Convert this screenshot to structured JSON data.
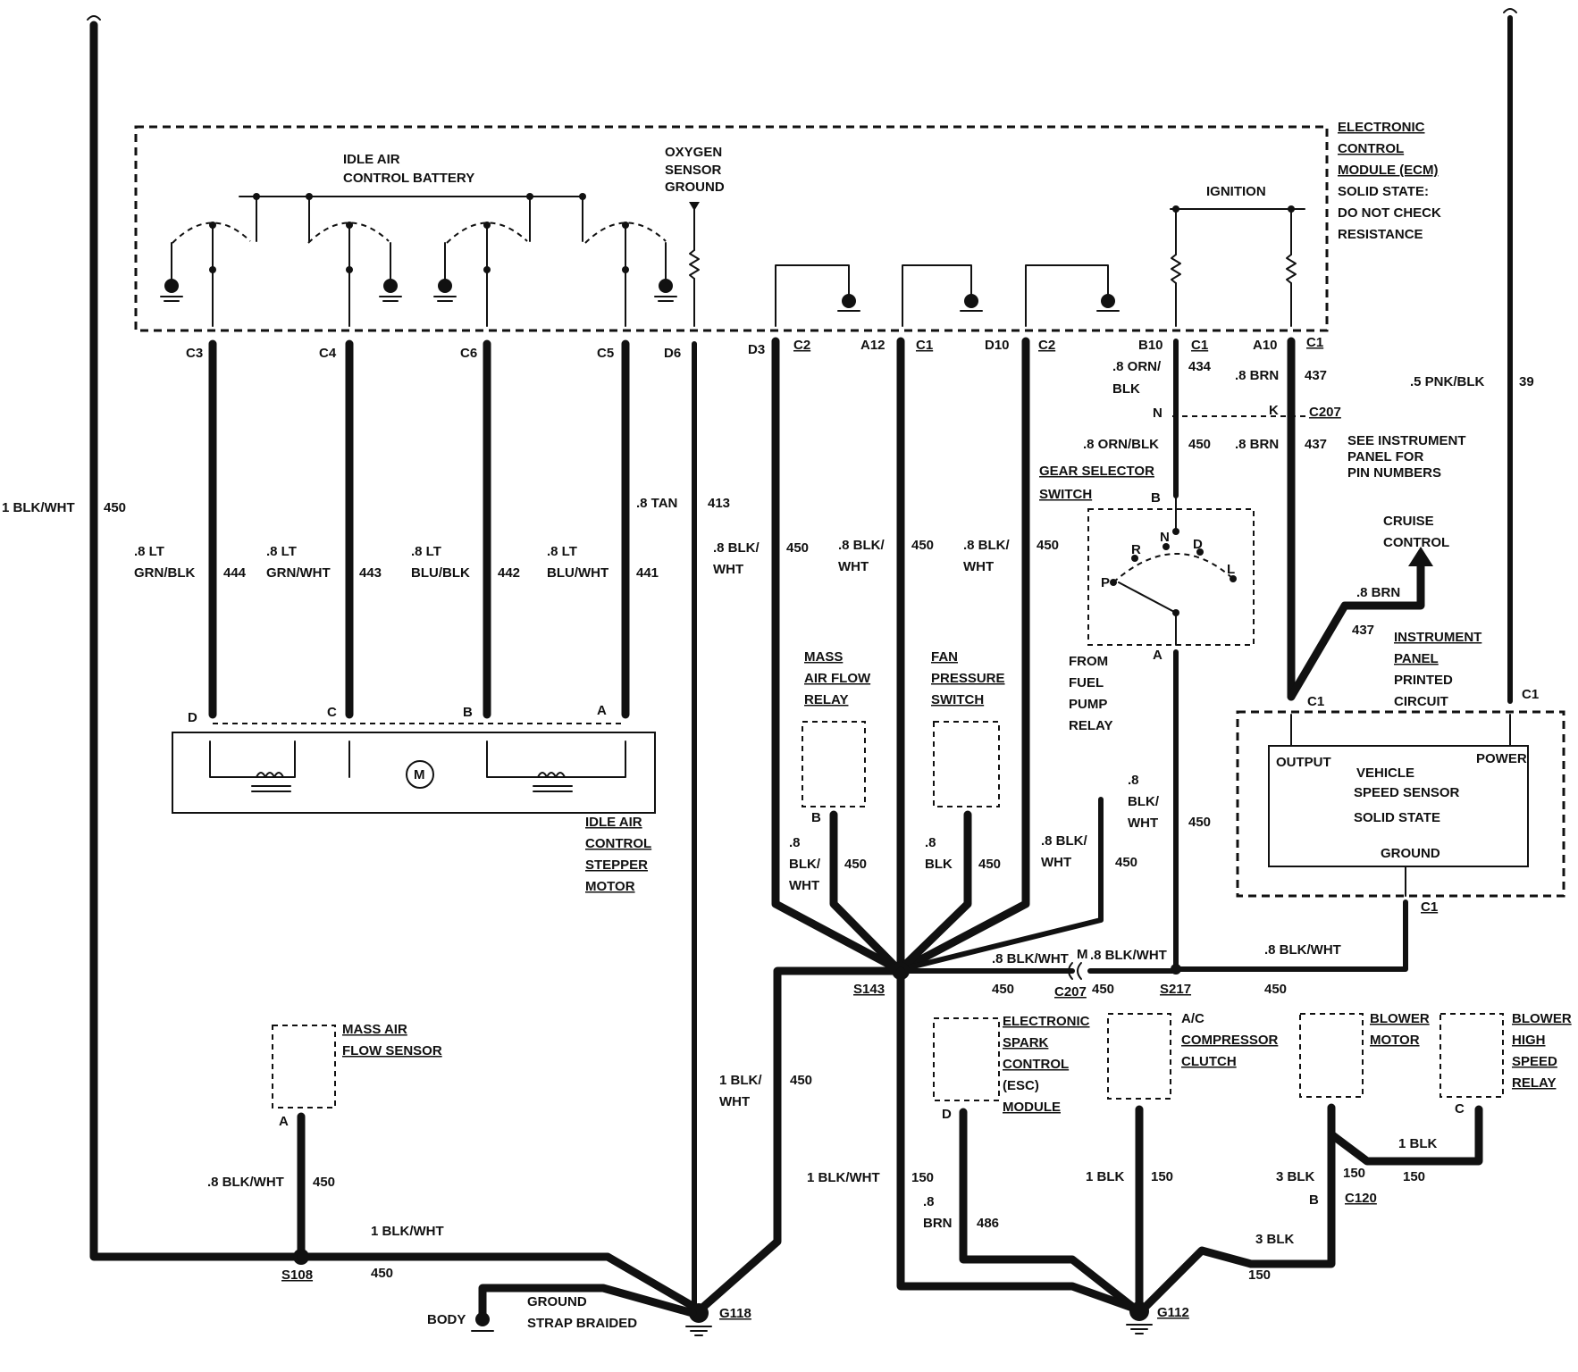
{
  "components": {
    "ecm": [
      "ELECTRONIC",
      "CONTROL",
      "MODULE (ECM)",
      "SOLID STATE:",
      "DO NOT CHECK",
      "RESISTANCE"
    ],
    "idle_air_control_battery": [
      "IDLE AIR",
      "CONTROL BATTERY"
    ],
    "oxygen_sensor_ground": [
      "OXYGEN",
      "SENSOR",
      "GROUND"
    ],
    "ignition": "IGNITION",
    "idle_air_control_stepper_motor": [
      "IDLE AIR",
      "CONTROL",
      "STEPPER",
      "MOTOR"
    ],
    "motor_symbol": "M",
    "mass_air_flow_relay": [
      "MASS",
      "AIR FLOW",
      "RELAY"
    ],
    "fan_pressure_switch": [
      "FAN",
      "PRESSURE",
      "SWITCH"
    ],
    "gear_selector_switch": [
      "GEAR SELECTOR",
      "SWITCH"
    ],
    "gear_positions": [
      "P",
      "R",
      "N",
      "D",
      "L"
    ],
    "from_fuel_pump_relay": [
      "FROM",
      "FUEL",
      "PUMP",
      "RELAY"
    ],
    "cruise_control": [
      "CRUISE",
      "CONTROL"
    ],
    "instrument_panel_printed_circuit": [
      "INSTRUMENT",
      "PANEL",
      "PRINTED",
      "CIRCUIT"
    ],
    "vehicle_speed_sensor": [
      "VEHICLE",
      "SPEED SENSOR",
      "SOLID STATE"
    ],
    "vss_output": "OUTPUT",
    "vss_power": "POWER",
    "vss_ground": "GROUND",
    "see_instrument_panel": [
      "SEE INSTRUMENT",
      "PANEL FOR",
      "PIN NUMBERS"
    ],
    "mass_air_flow_sensor": [
      "MASS AIR",
      "FLOW SENSOR"
    ],
    "esc_module": [
      "ELECTRONIC",
      "SPARK",
      "CONTROL",
      "(ESC)",
      "MODULE"
    ],
    "ac_compressor_clutch": [
      "A/C",
      "COMPRESSOR",
      "CLUTCH"
    ],
    "blower_motor": [
      "BLOWER",
      "MOTOR"
    ],
    "blower_high_speed_relay": [
      "BLOWER",
      "HIGH",
      "SPEED",
      "RELAY"
    ],
    "ground_strap": [
      "GROUND",
      "STRAP BRAIDED"
    ],
    "body": "BODY"
  },
  "connectors": {
    "ecm_pins": [
      "C3",
      "C4",
      "C6",
      "C5",
      "D6",
      "D3",
      "C2",
      "A12",
      "C1",
      "D10",
      "C2",
      "B10",
      "C1",
      "A10",
      "C1"
    ],
    "stepper_pins": [
      "D",
      "C",
      "B",
      "A"
    ],
    "c207_pins": [
      "N",
      "K",
      "C207",
      "M",
      "C207"
    ],
    "gear_switch_pins": [
      "B",
      "A"
    ],
    "ip_pins": [
      "C1",
      "C1",
      "C1"
    ],
    "relay_pin_b": "B",
    "maf_sensor_pin": "A",
    "esc_pin": "D",
    "blower_pins": [
      "B",
      "C120",
      "C"
    ]
  },
  "splices": [
    "S143",
    "S217",
    "S108"
  ],
  "grounds": [
    "G118",
    "G112"
  ],
  "wires": {
    "w450_left": [
      "1 BLK/WHT",
      "450"
    ],
    "w444": [
      ".8 LT",
      "GRN/BLK",
      "444"
    ],
    "w443": [
      ".8 LT",
      "GRN/WHT",
      "443"
    ],
    "w442": [
      ".8 LT",
      "BLU/BLK",
      "442"
    ],
    "w441": [
      ".8 LT",
      "BLU/WHT",
      "441"
    ],
    "w413": [
      ".8 TAN",
      "413"
    ],
    "d3": [
      ".8 BLK/",
      "WHT",
      "450"
    ],
    "a12": [
      ".8 BLK/",
      "WHT",
      "450"
    ],
    "d10": [
      ".8 BLK/",
      "WHT",
      "450"
    ],
    "b10": [
      ".8 ORN/",
      "BLK",
      "434"
    ],
    "a10": [
      ".8 BRN",
      "437"
    ],
    "pnk": [
      ".5 PNK/BLK",
      "39"
    ],
    "gear_in": [
      ".8 ORN/BLK",
      "450"
    ],
    "a10_below": [
      ".8 BRN",
      "437"
    ],
    "cruise": [
      ".8 BRN",
      "437"
    ],
    "maf_relay_out": [
      ".8",
      "BLK/",
      "WHT",
      "450"
    ],
    "fan_out": [
      ".8",
      "BLK",
      "450"
    ],
    "d10_drop": [
      ".8 BLK/",
      "WHT",
      "450"
    ],
    "extra_drop": [
      ".8",
      "BLK/",
      "WHT"
    ],
    "gear_out": "450",
    "s143_s217": [
      ".8 BLK/WHT",
      "450"
    ],
    "s217_c207": [
      ".8 BLK/WHT",
      "450"
    ],
    "s217_vss": [
      ".8 BLK/WHT",
      "450"
    ],
    "s143_g118": [
      "1 BLK/",
      "WHT",
      "450"
    ],
    "maf_sensor": [
      ".8 BLK/WHT",
      "450"
    ],
    "s108_bottom": [
      "1 BLK/WHT",
      "450"
    ],
    "s143_g112": [
      "1 BLK/WHT",
      "150"
    ],
    "esc": [
      ".8",
      "BRN",
      "486"
    ],
    "ac": [
      "1 BLK",
      "150"
    ],
    "blower": [
      "3 BLK",
      "150"
    ],
    "blower_relay": [
      "1 BLK",
      "150"
    ],
    "blower_g112": [
      "3 BLK",
      "150"
    ]
  }
}
